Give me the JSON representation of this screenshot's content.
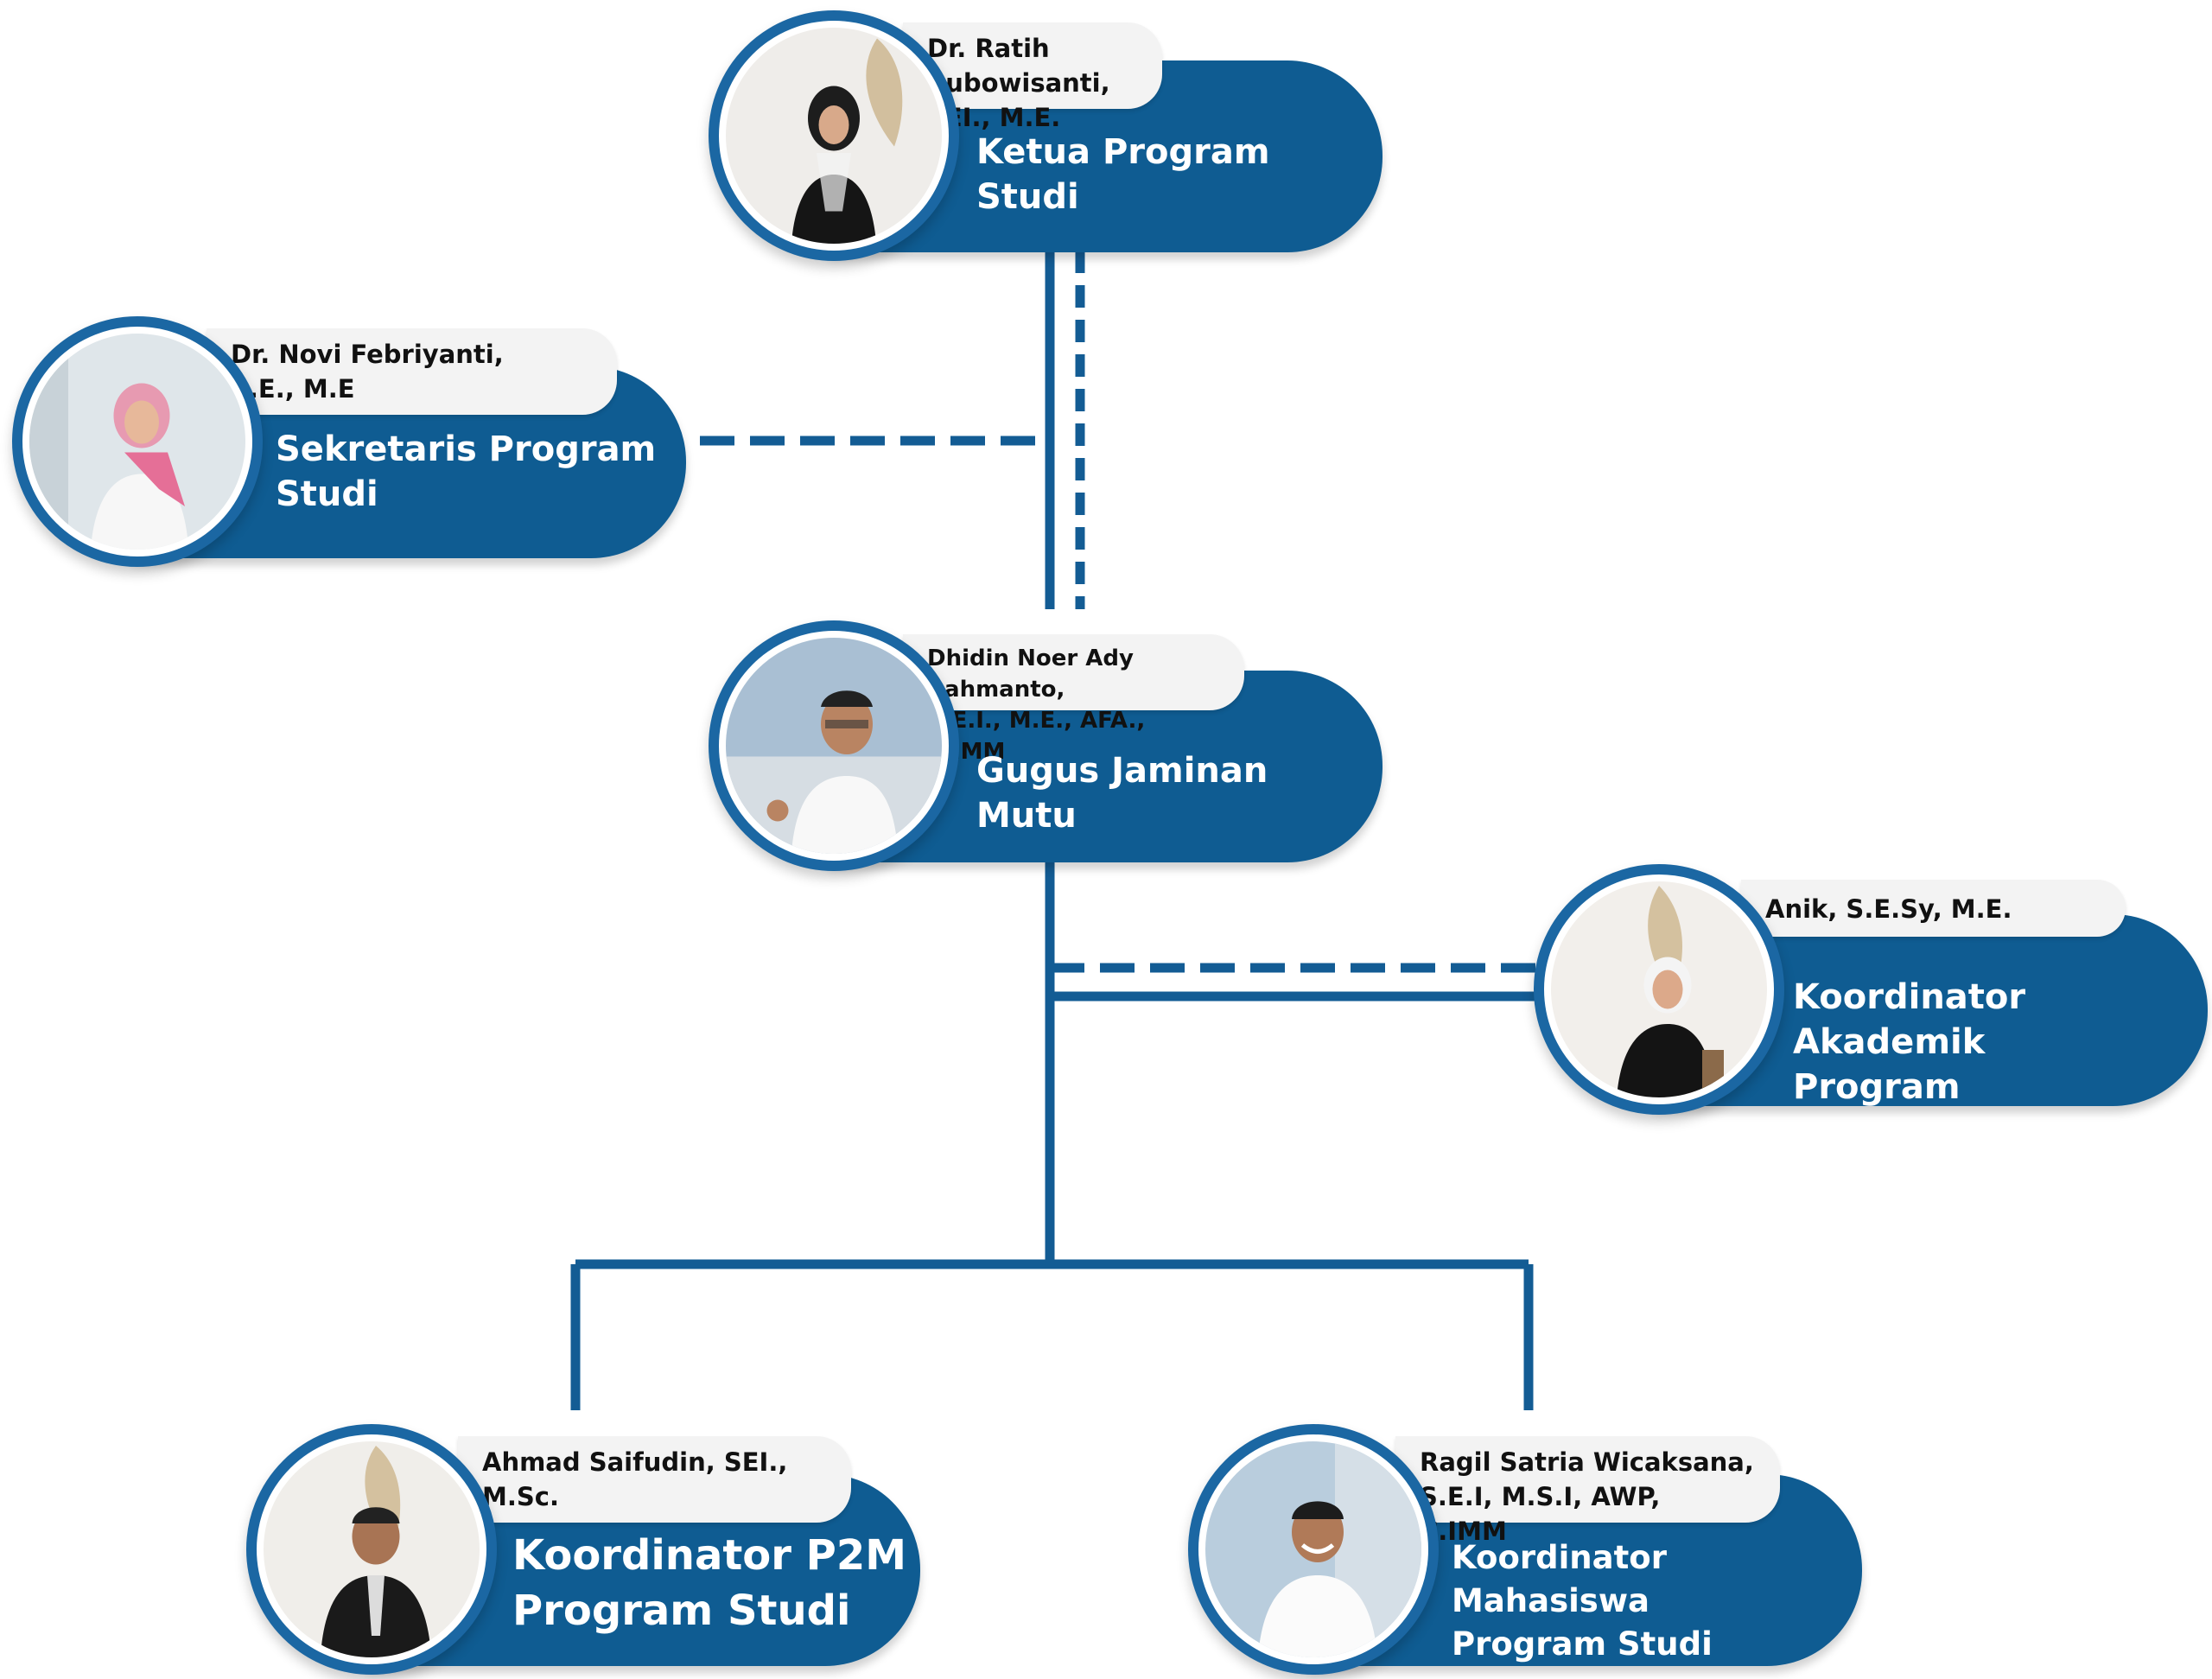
{
  "colors": {
    "primary": "#0f5c92",
    "line": "#135c94",
    "tab": "#f3f3f3"
  },
  "nodes": {
    "ketua": {
      "name": "Dr. Ratih Pubowisanti,\nSEI., M.E.",
      "role": "Ketua Program Studi"
    },
    "sekretaris": {
      "name": "Dr. Novi Febriyanti,\nS.E., M.E",
      "role": "Sekretaris Program\nStudi"
    },
    "gjm": {
      "name": "Dhidin Noer Ady Rahmanto,\nS.E.I., M.E., AFA., C.IMM",
      "role": "Gugus Jaminan Mutu"
    },
    "akademik": {
      "name": "Anik, S.E.Sy, M.E.",
      "role": "Koordinator Akademik\nProgram"
    },
    "p2m": {
      "name": "Ahmad Saifudin, SEI.,\nM.Sc.",
      "role": "Koordinator P2M\nProgram Studi"
    },
    "mahasiswa": {
      "name": "Ragil Satria Wicaksana,\nS.E.I, M.S.I, AWP, C.IMM",
      "role": "Koordinator Mahasiswa\nProgram Studi"
    }
  }
}
